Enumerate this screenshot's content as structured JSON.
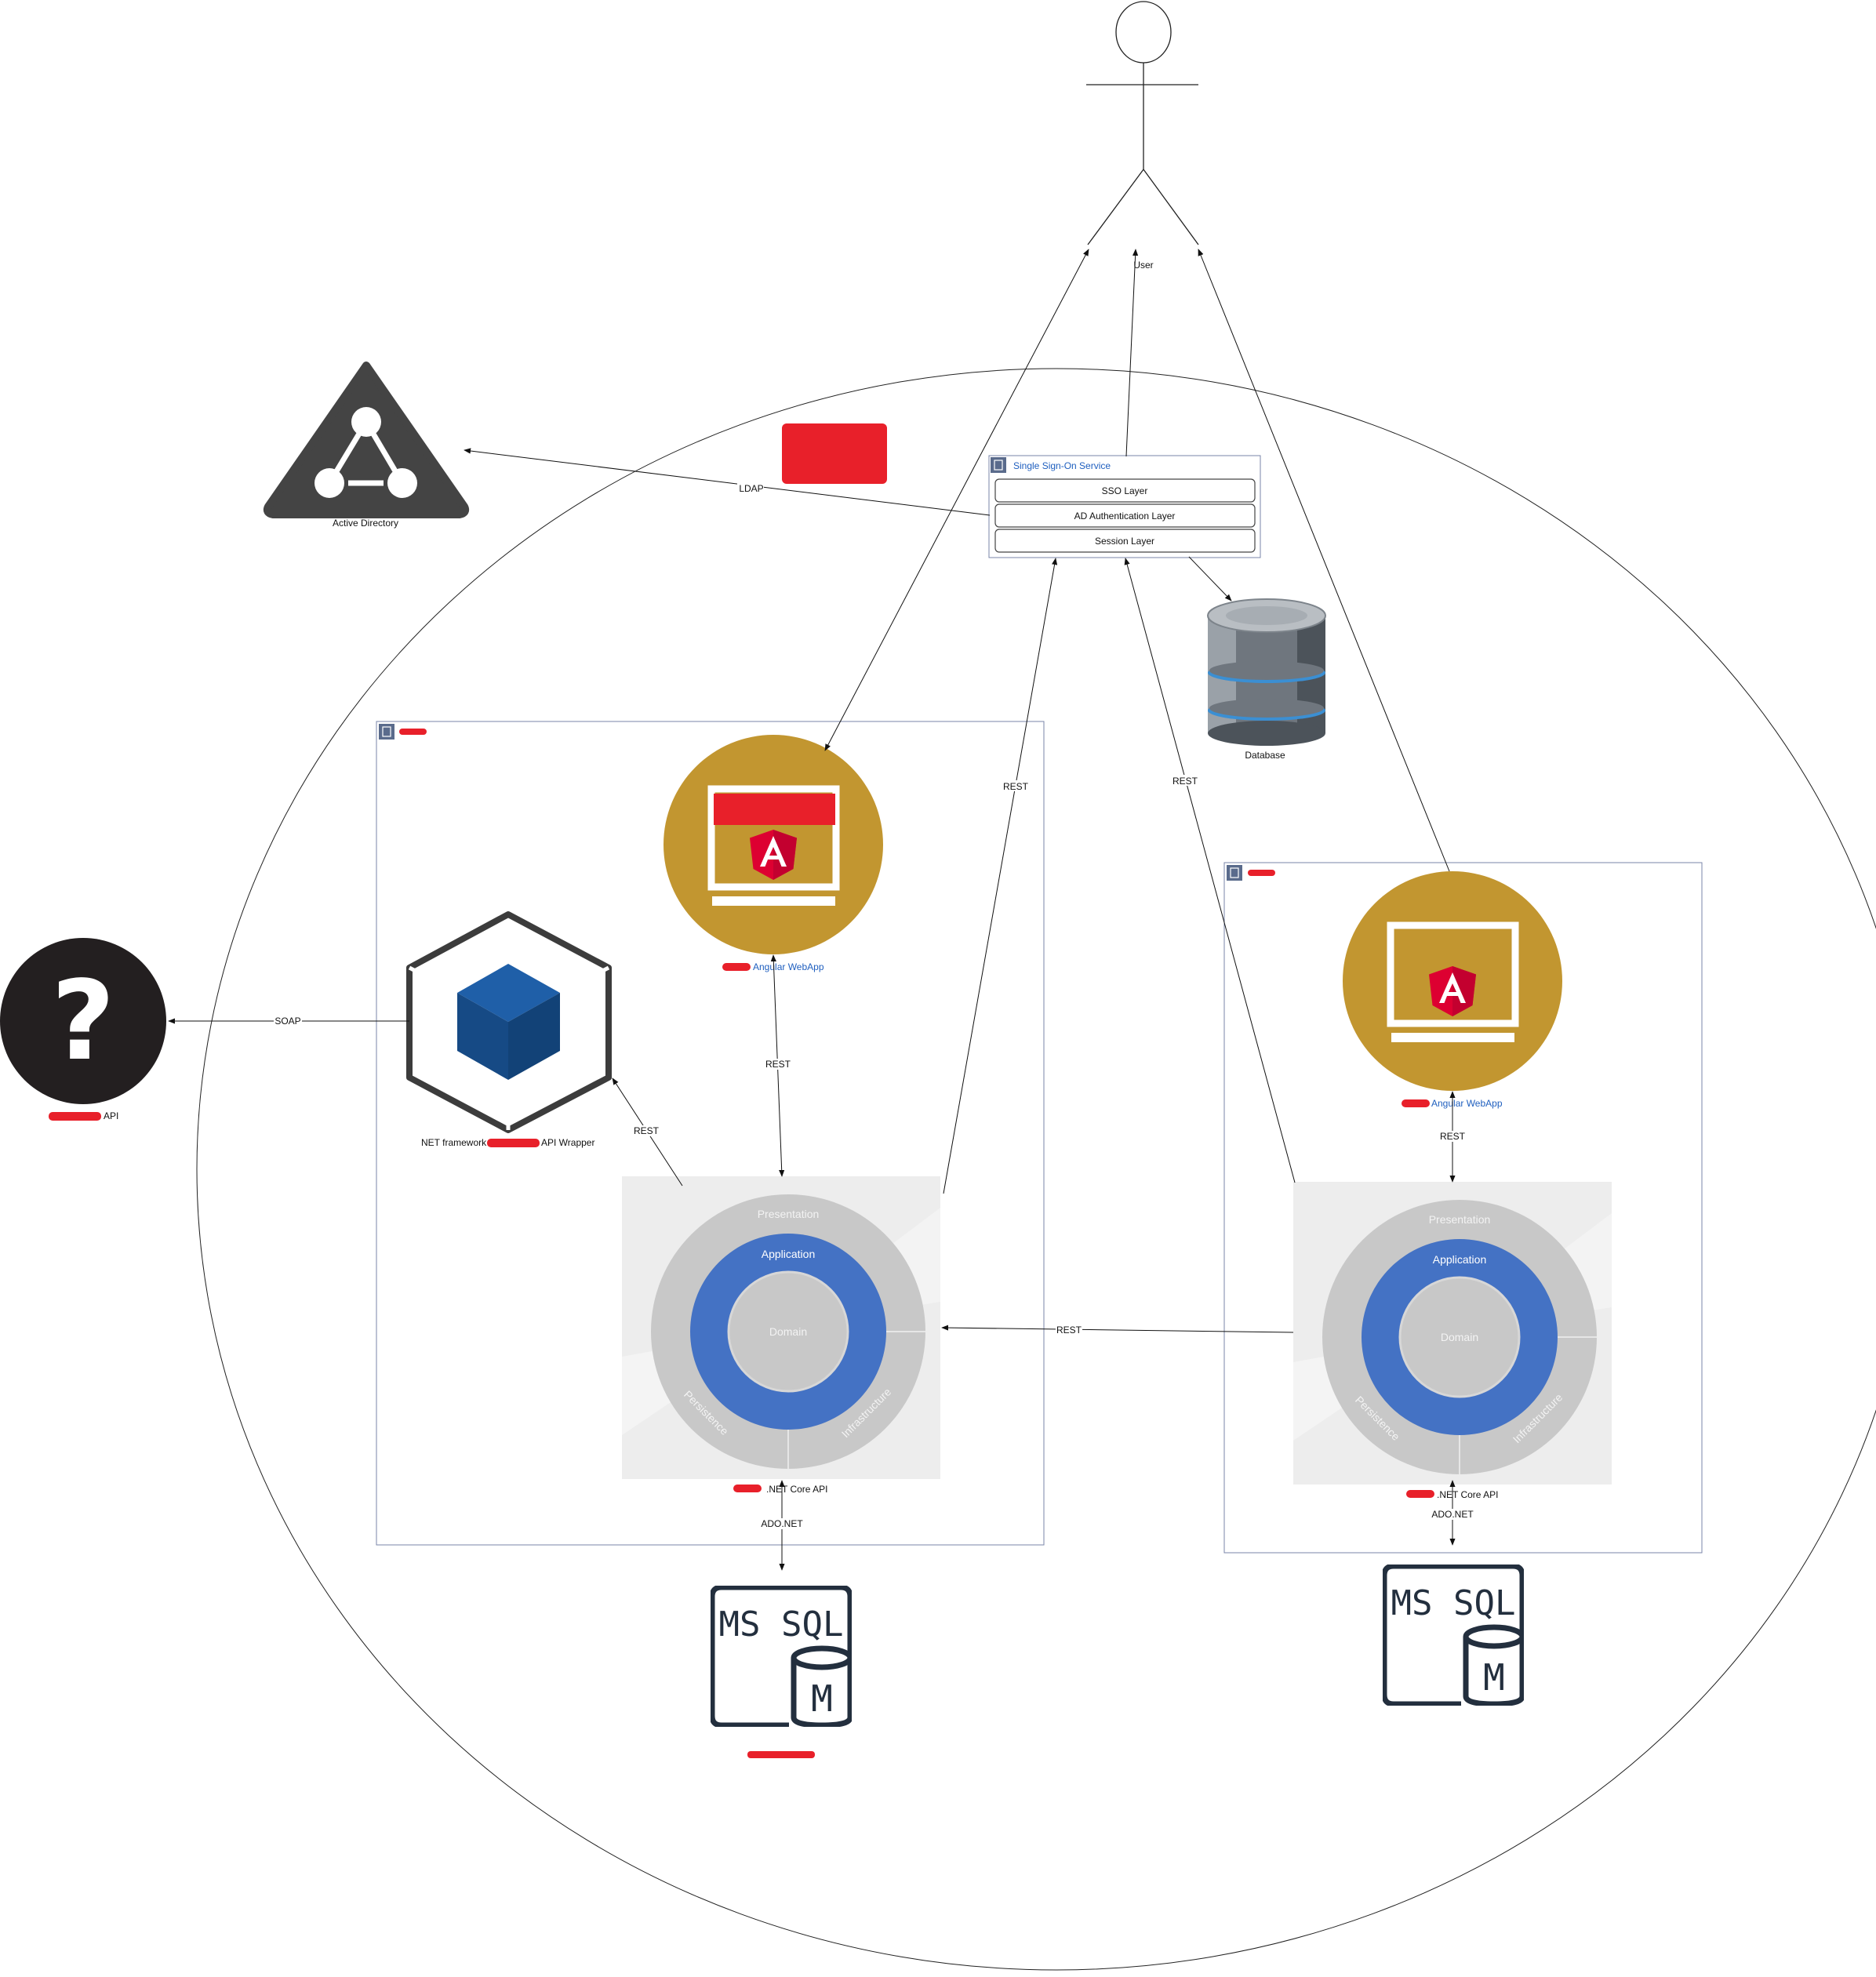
{
  "actors": {
    "user": "User"
  },
  "external": {
    "active_directory": "Active Directory",
    "unknown_api_suffix": "API",
    "unknown_glyph": "?"
  },
  "sso": {
    "title": "Single Sign-On Service",
    "layers": [
      "SSO Layer",
      "AD Authentication Layer",
      "Session Layer"
    ]
  },
  "database": {
    "label": "Database"
  },
  "app1": {
    "webapp_label": "Angular WebApp",
    "api_label": ".NET Core API",
    "wrapper_label_prefix": "NET framework",
    "wrapper_label_suffix": "API Wrapper",
    "db": "MS SQL"
  },
  "app2": {
    "webapp_label": "Angular WebApp",
    "api_label": ".NET Core API",
    "db": "MS SQL"
  },
  "onion": {
    "presentation": "Presentation",
    "application": "Application",
    "domain": "Domain",
    "persistence": "Persistence",
    "infrastructure": "Infrastructure"
  },
  "edges": {
    "ldap": "LDAP",
    "soap": "SOAP",
    "rest": "REST",
    "adonet": "ADO.NET"
  },
  "db_glyph": "M",
  "angular_glyph": "A",
  "colors": {
    "gold": "#c29630",
    "angular_red": "#dd0031",
    "onion_blue": "#4472c4",
    "onion_gray": "#c8c8c8",
    "redaction": "#e8202a",
    "aws_dark": "#232f3e"
  }
}
